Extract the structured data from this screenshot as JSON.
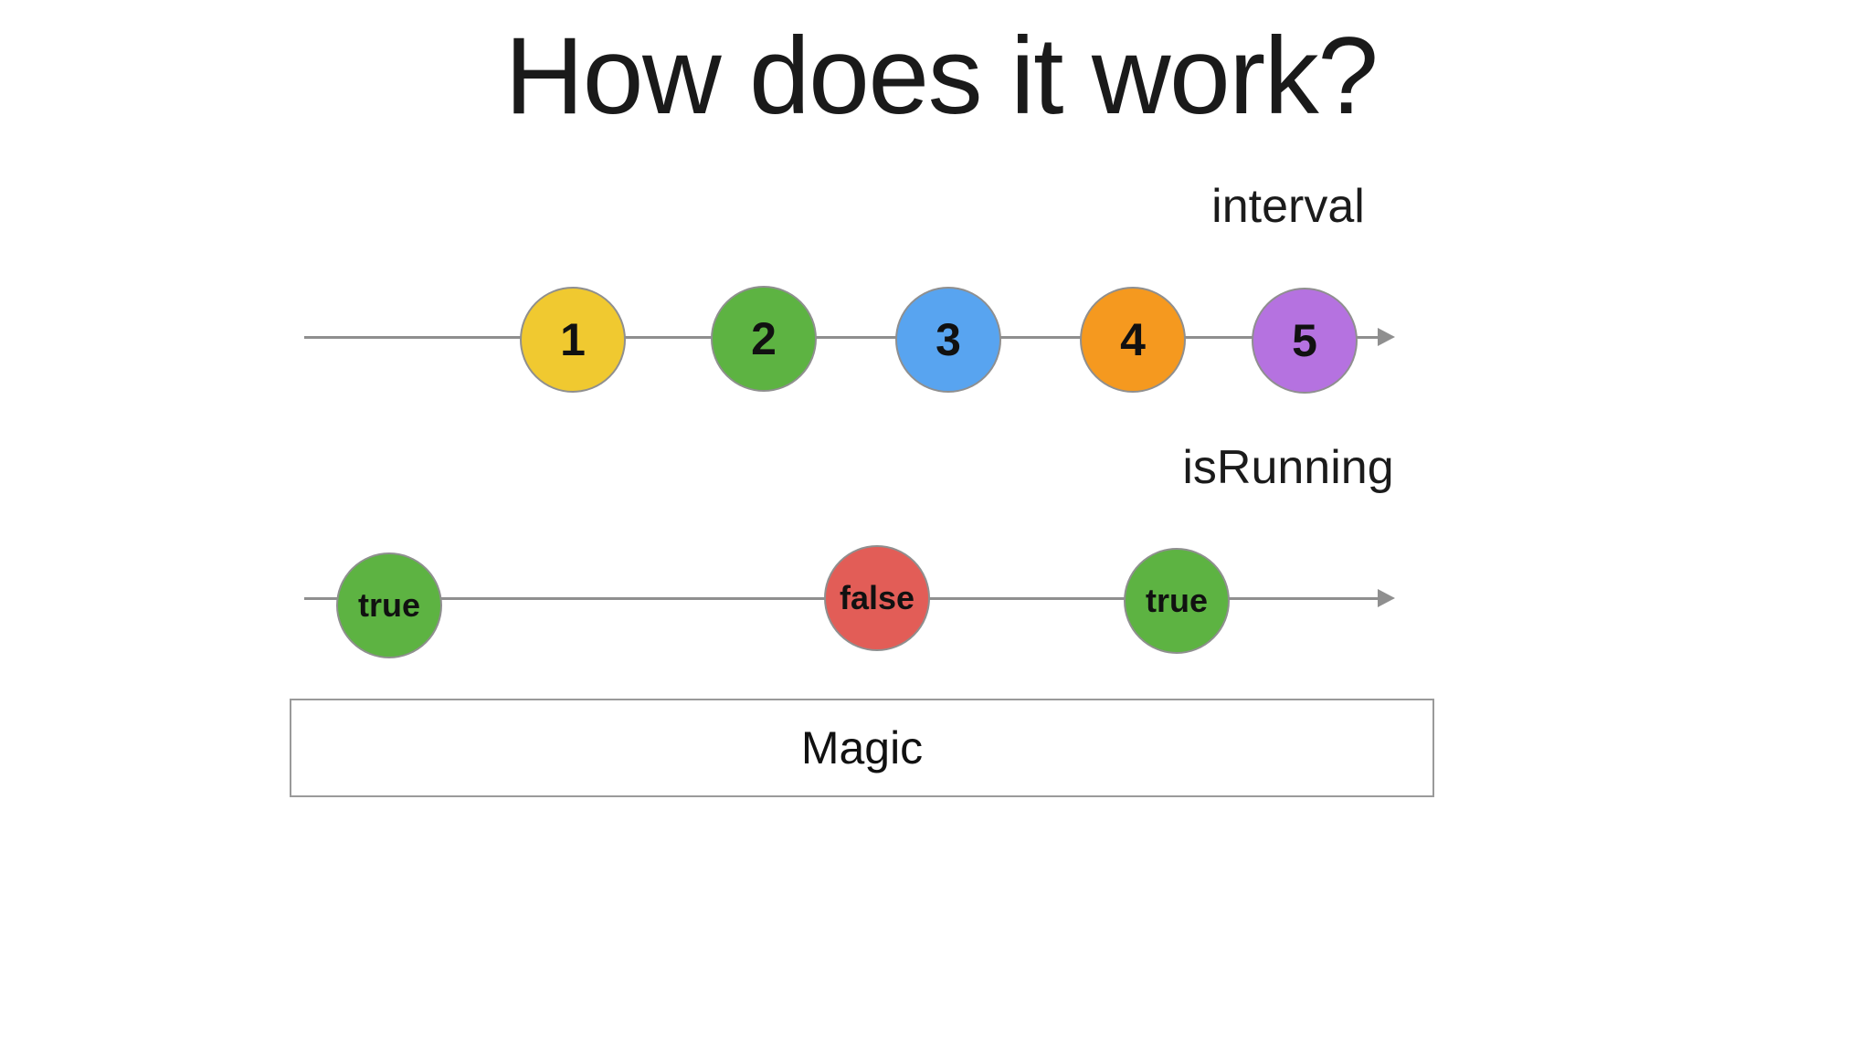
{
  "title": "How does it work?",
  "timelines": [
    {
      "label": "interval",
      "nodes": [
        {
          "text": "1",
          "color": "#f0c930"
        },
        {
          "text": "2",
          "color": "#5db342"
        },
        {
          "text": "3",
          "color": "#58a4f0"
        },
        {
          "text": "4",
          "color": "#f5991f"
        },
        {
          "text": "5",
          "color": "#b572e0"
        }
      ]
    },
    {
      "label": "isRunning",
      "nodes": [
        {
          "text": "true",
          "color": "#5db342"
        },
        {
          "text": "false",
          "color": "#e25d57"
        },
        {
          "text": "true",
          "color": "#5db342"
        }
      ]
    }
  ],
  "magic_box": {
    "label": "Magic"
  },
  "colors": {
    "background": "#ffffff",
    "line": "#8f8f8f",
    "node_border": "#8f8f8f",
    "box_border": "#9a9a9a",
    "text": "#1a1a1a"
  }
}
